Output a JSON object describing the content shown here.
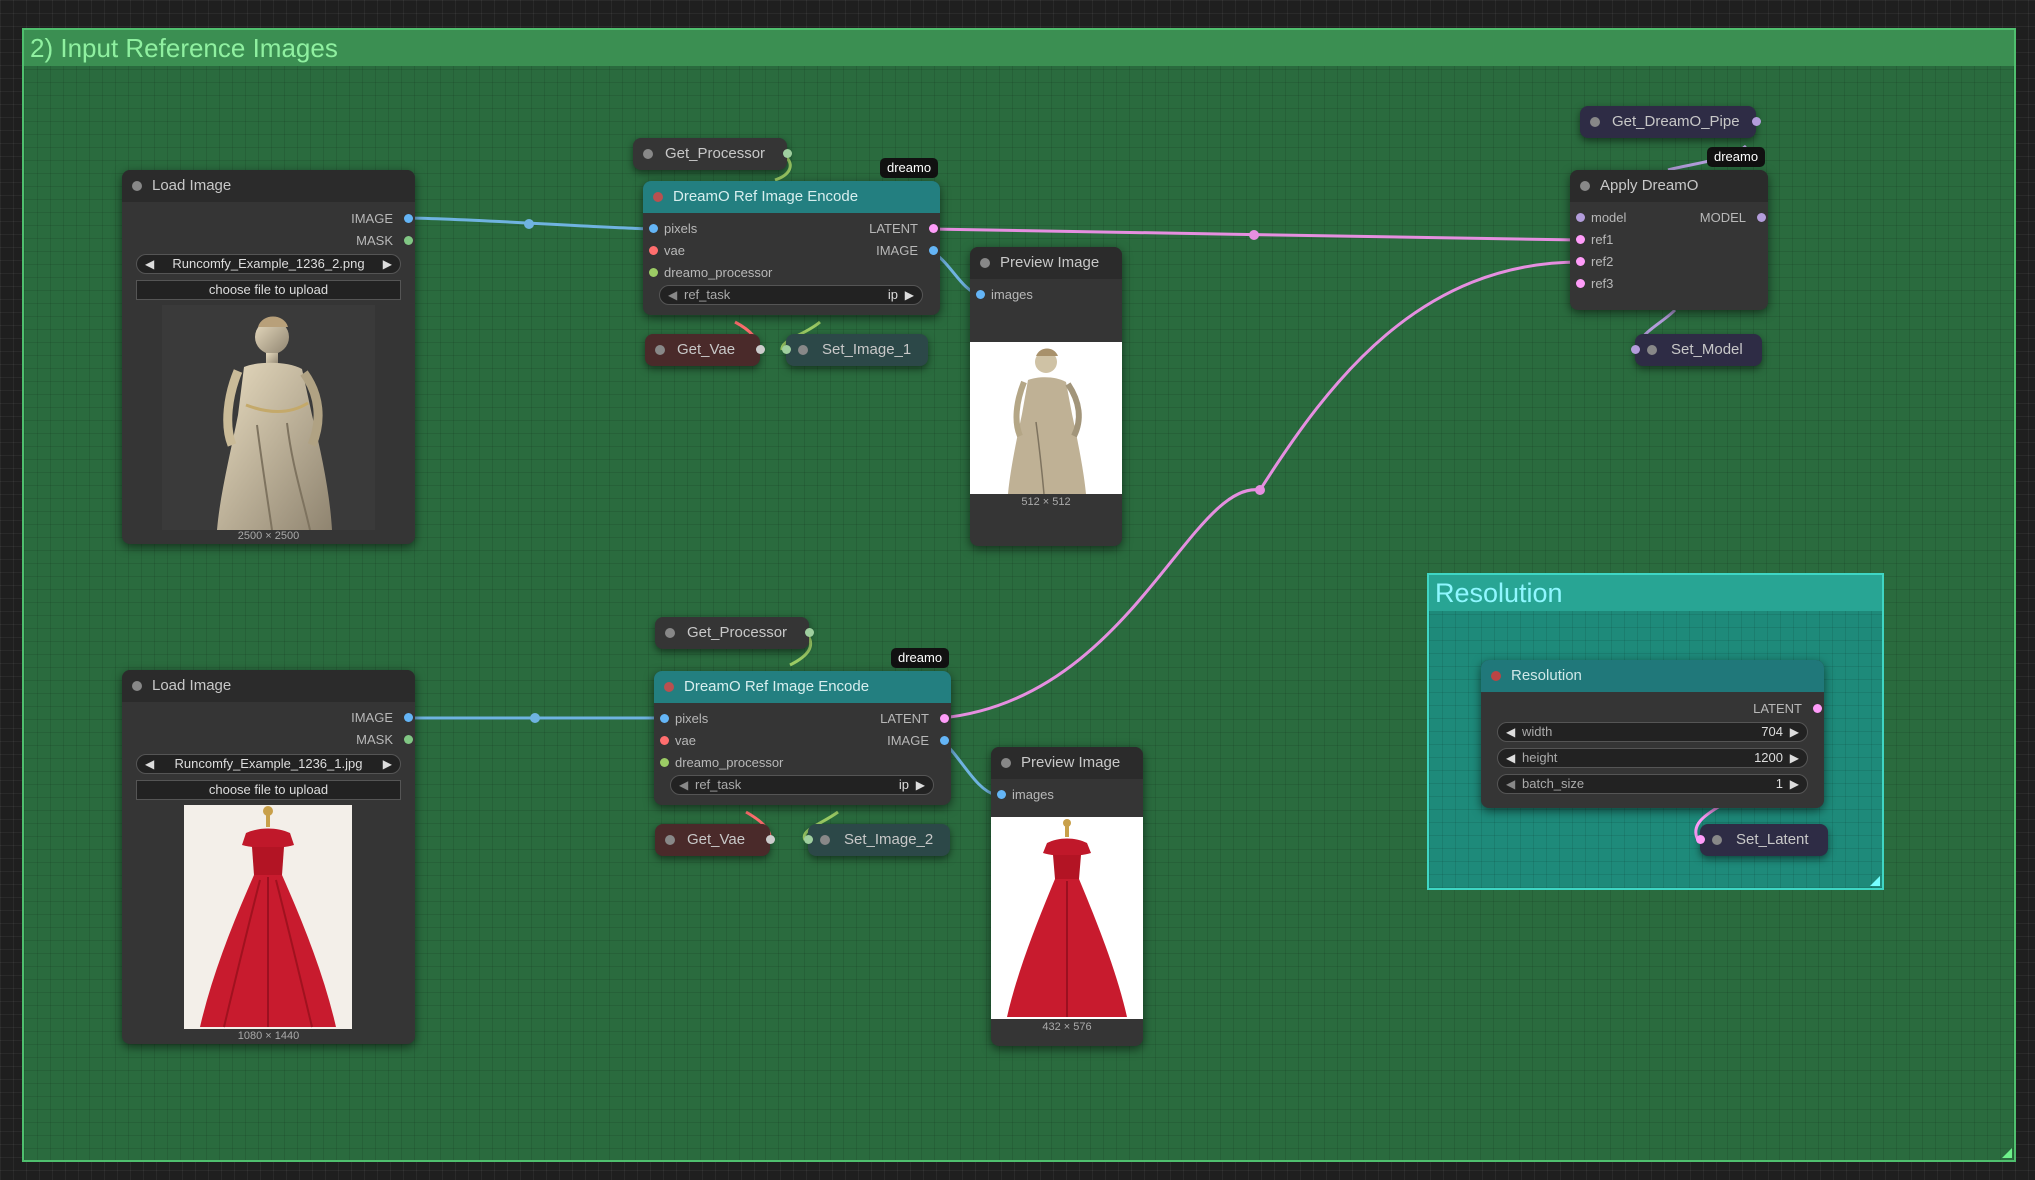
{
  "groups": {
    "main_title": "2) Input Reference Images",
    "resolution_title": "Resolution"
  },
  "colors": {
    "group_main": "#2a6b3e",
    "group_resolution": "#1e8a7a",
    "wire_image": "#6fb3e0",
    "wire_latent": "#e58fe0",
    "port_image": "#64b5f6",
    "port_mask": "#81c784",
    "port_vae": "#ff6e6e",
    "port_processor": "#9ccc65",
    "port_latent": "#ff9cf9",
    "port_model": "#b39ddb"
  },
  "load_image_1": {
    "title": "Load Image",
    "out_image": "IMAGE",
    "out_mask": "MASK",
    "file": "Runcomfy_Example_1236_2.png",
    "upload": "choose file to upload",
    "size": "2500 × 2500"
  },
  "load_image_2": {
    "title": "Load Image",
    "out_image": "IMAGE",
    "out_mask": "MASK",
    "file": "Runcomfy_Example_1236_1.jpg",
    "upload": "choose file to upload",
    "size": "1080 × 1440"
  },
  "encode_1": {
    "title": "DreamO Ref Image Encode",
    "badge": "dreamo",
    "in_pixels": "pixels",
    "in_vae": "vae",
    "in_processor": "dreamo_processor",
    "out_latent": "LATENT",
    "out_image": "IMAGE",
    "widget_name": "ref_task",
    "widget_value": "ip"
  },
  "encode_2": {
    "title": "DreamO Ref Image Encode",
    "badge": "dreamo",
    "in_pixels": "pixels",
    "in_vae": "vae",
    "in_processor": "dreamo_processor",
    "out_latent": "LATENT",
    "out_image": "IMAGE",
    "widget_name": "ref_task",
    "widget_value": "ip"
  },
  "preview_1": {
    "title": "Preview Image",
    "in_images": "images",
    "size": "512 × 512"
  },
  "preview_2": {
    "title": "Preview Image",
    "in_images": "images",
    "size": "432 × 576"
  },
  "pills": {
    "get_processor_1": "Get_Processor",
    "get_processor_2": "Get_Processor",
    "get_vae_1": "Get_Vae",
    "get_vae_2": "Get_Vae",
    "set_image_1": "Set_Image_1",
    "set_image_2": "Set_Image_2",
    "get_dreamo_pipe": "Get_DreamO_Pipe",
    "set_model": "Set_Model",
    "set_latent": "Set_Latent"
  },
  "apply_dreamo": {
    "title": "Apply DreamO",
    "badge": "dreamo",
    "in_model": "model",
    "in_ref1": "ref1",
    "in_ref2": "ref2",
    "in_ref3": "ref3",
    "out_model": "MODEL"
  },
  "resolution_node": {
    "title": "Resolution",
    "out_latent": "LATENT",
    "width_label": "width",
    "width_value": "704",
    "height_label": "height",
    "height_value": "1200",
    "batch_label": "batch_size",
    "batch_value": "1"
  }
}
